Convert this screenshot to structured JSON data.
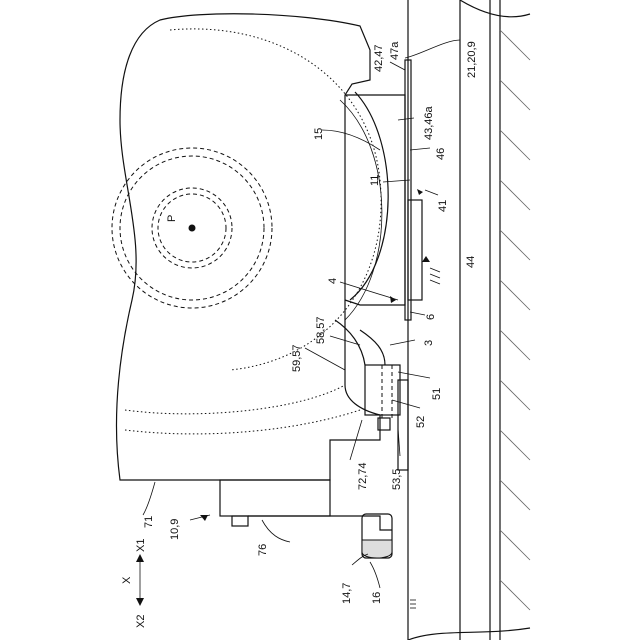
{
  "labels": {
    "l_42_47": "42,47",
    "l_47a": "47a",
    "l_21_20_9": "21,20,9",
    "l_43_46a": "43,46a",
    "l_15": "15",
    "l_46": "46",
    "l_11": "11",
    "l_41": "41",
    "l_P": "P",
    "l_44": "44",
    "l_4": "4",
    "l_6": "6",
    "l_58_57": "58,57",
    "l_3": "3",
    "l_59_57": "59,57",
    "l_51": "51",
    "l_52": "52",
    "l_72_74": "72,74",
    "l_53_5": "53,5",
    "l_71": "71",
    "l_10_9": "10,9",
    "l_76": "76",
    "l_X1": "X1",
    "l_X": "X",
    "l_X2": "X2",
    "l_14_7": "14,7",
    "l_16": "16"
  }
}
